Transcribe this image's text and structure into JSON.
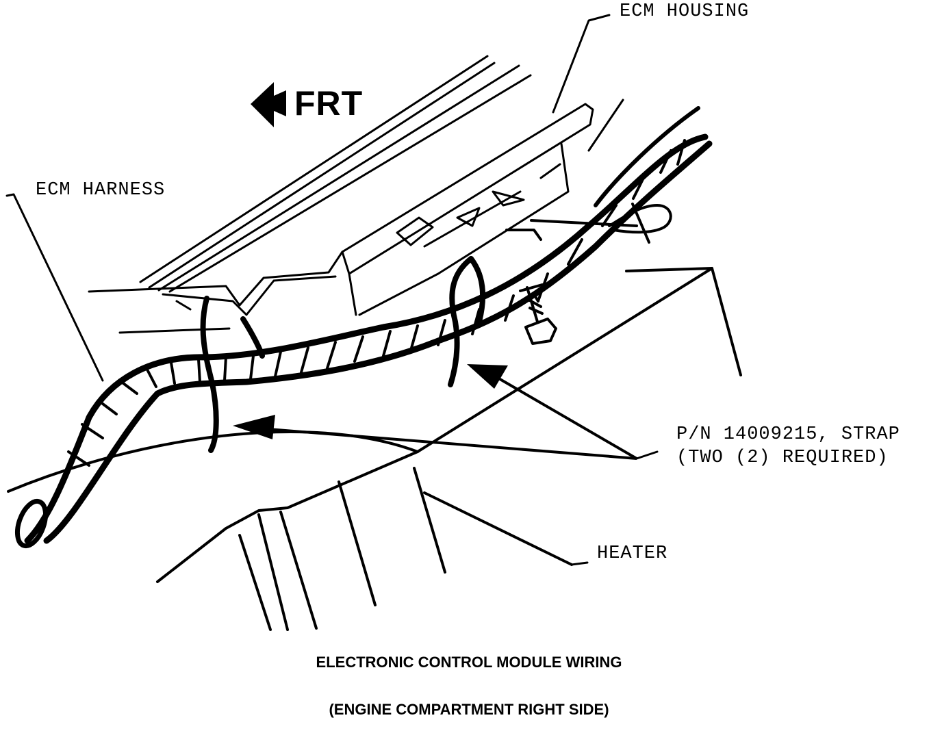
{
  "direction": {
    "arrow_icon": "left-arrow-icon",
    "label": "FRT"
  },
  "labels": {
    "ecm_housing": "ECM HOUSING",
    "ecm_harness": "ECM HARNESS",
    "strap_line1": "P/N 14009215, STRAP",
    "strap_line2": "(TWO (2) REQUIRED)",
    "heater": "HEATER"
  },
  "caption": {
    "line1": "ELECTRONIC CONTROL MODULE WIRING",
    "line2": "(ENGINE COMPARTMENT RIGHT SIDE)"
  },
  "colors": {
    "ink": "#000000",
    "paper": "#ffffff"
  }
}
